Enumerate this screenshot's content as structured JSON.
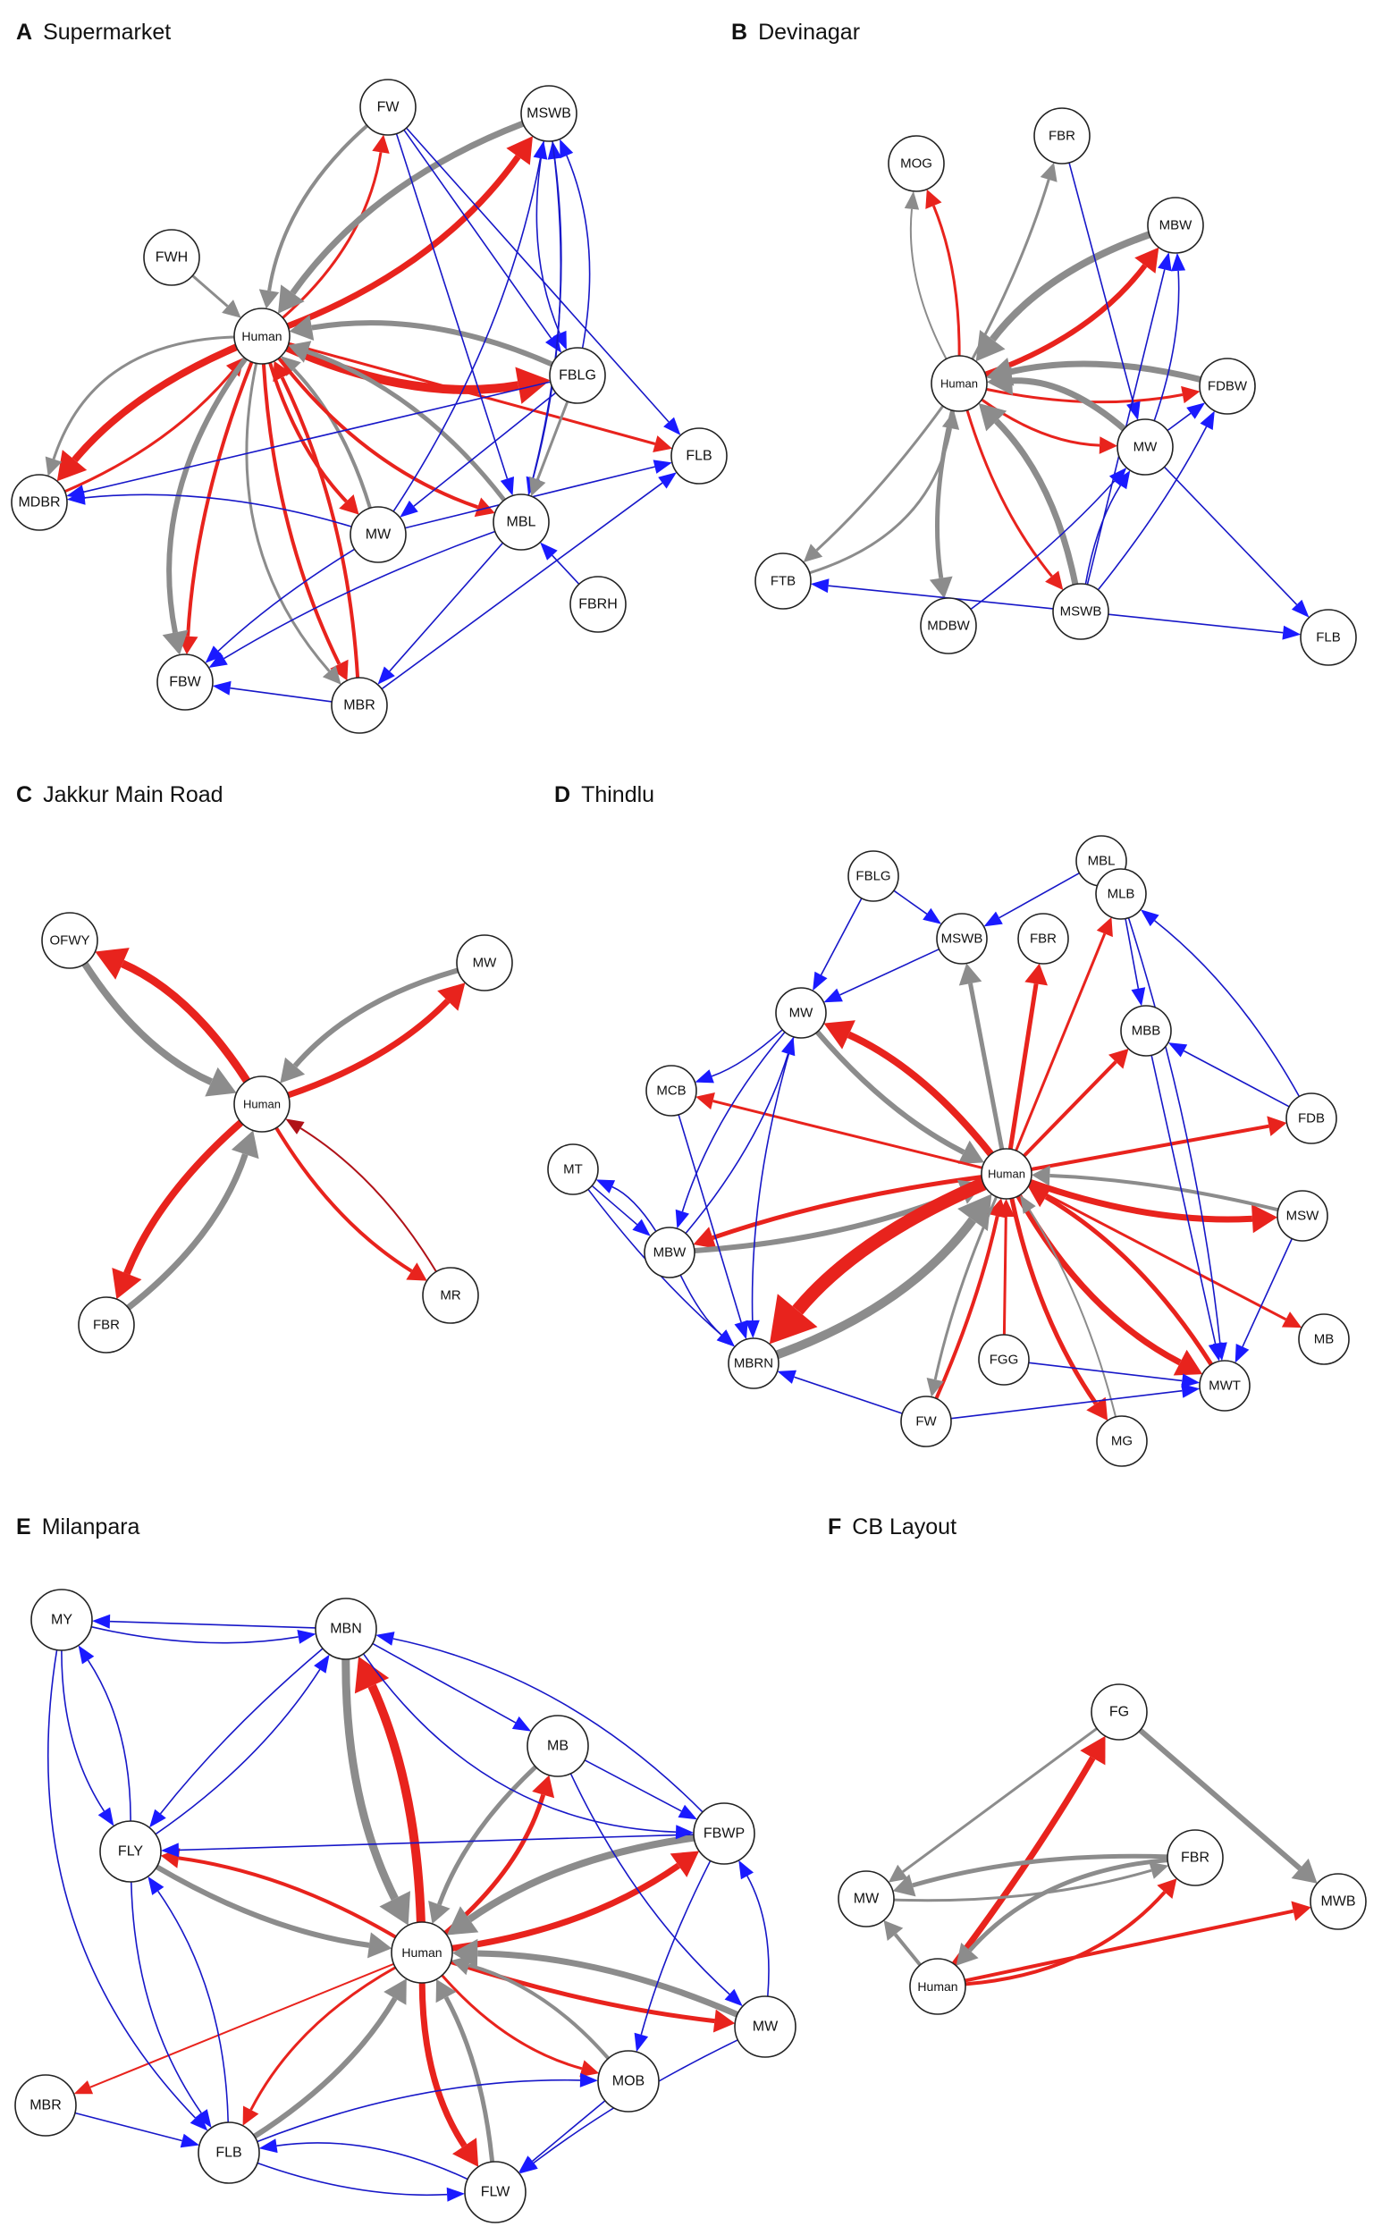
{
  "colors": {
    "human_edge": "#e8231d",
    "dark_red_edge": "#b01218",
    "gray_edge": "#8c8c8c",
    "blue_edge": "#1717c8",
    "arrow_blue": "#1a1aff"
  },
  "panels": [
    {
      "letter": "A",
      "title": "Supermarket",
      "nodes": [
        "FW",
        "MSWB",
        "FWH",
        "Human",
        "FBLG",
        "FLB",
        "MDBR",
        "MBL",
        "MW",
        "FBRH",
        "FBW",
        "MBR"
      ]
    },
    {
      "letter": "B",
      "title": "Devinagar",
      "nodes": [
        "FBR",
        "MOG",
        "MBW",
        "Human",
        "FDBW",
        "MW",
        "FTB",
        "MDBW",
        "MSWB",
        "FLB"
      ]
    },
    {
      "letter": "C",
      "title": "Jakkur Main Road",
      "nodes": [
        "OFWY",
        "MW",
        "Human",
        "FBR",
        "MR"
      ]
    },
    {
      "letter": "D",
      "title": "Thindlu",
      "nodes": [
        "FBLG",
        "MBL",
        "MSWB",
        "FBR",
        "MLB",
        "MW",
        "MBB",
        "MCB",
        "Human",
        "FDB",
        "MT",
        "MSW",
        "MBW",
        "MBRN",
        "FGG",
        "MB",
        "MWT",
        "FW",
        "MG"
      ]
    },
    {
      "letter": "E",
      "title": "Milanpara",
      "nodes": [
        "MY",
        "MBN",
        "MB",
        "FBWP",
        "FLY",
        "Human",
        "MW",
        "MOB",
        "MBR",
        "FLB",
        "FLW"
      ]
    },
    {
      "letter": "F",
      "title": "CB Layout",
      "nodes": [
        "FG",
        "FBR",
        "MW",
        "MWB",
        "Human"
      ]
    }
  ]
}
